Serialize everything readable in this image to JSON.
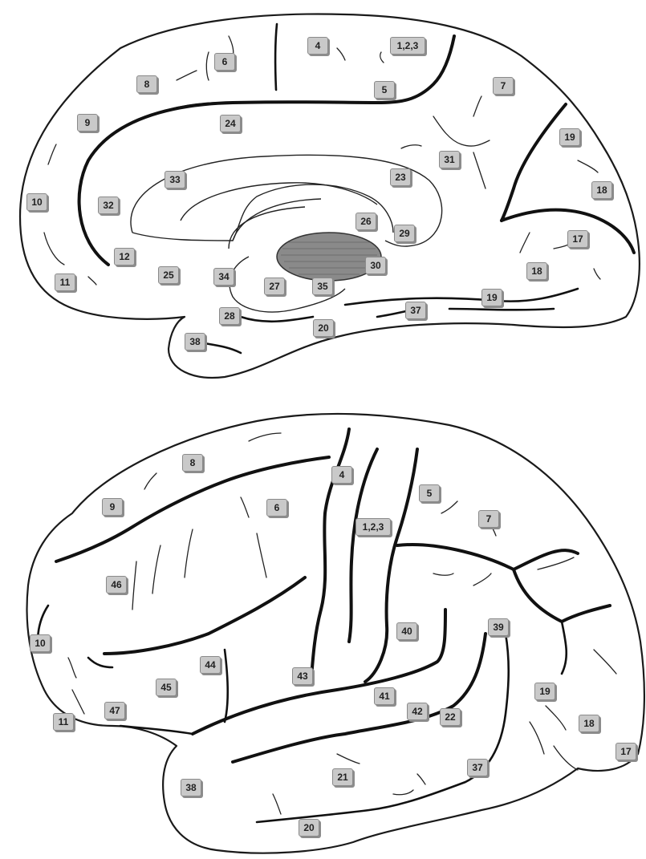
{
  "medial_view": {
    "areas": [
      "1,2,3",
      "4",
      "5",
      "6",
      "7",
      "8",
      "9",
      "10",
      "11",
      "12",
      "17",
      "18",
      "18",
      "19",
      "19",
      "20",
      "23",
      "24",
      "25",
      "26",
      "27",
      "28",
      "29",
      "30",
      "31",
      "32",
      "33",
      "34",
      "35",
      "37",
      "38"
    ]
  },
  "lateral_view": {
    "areas": [
      "1,2,3",
      "4",
      "5",
      "6",
      "7",
      "8",
      "9",
      "10",
      "11",
      "17",
      "18",
      "19",
      "20",
      "21",
      "22",
      "37",
      "38",
      "39",
      "40",
      "41",
      "42",
      "43",
      "44",
      "45",
      "46",
      "47"
    ]
  }
}
